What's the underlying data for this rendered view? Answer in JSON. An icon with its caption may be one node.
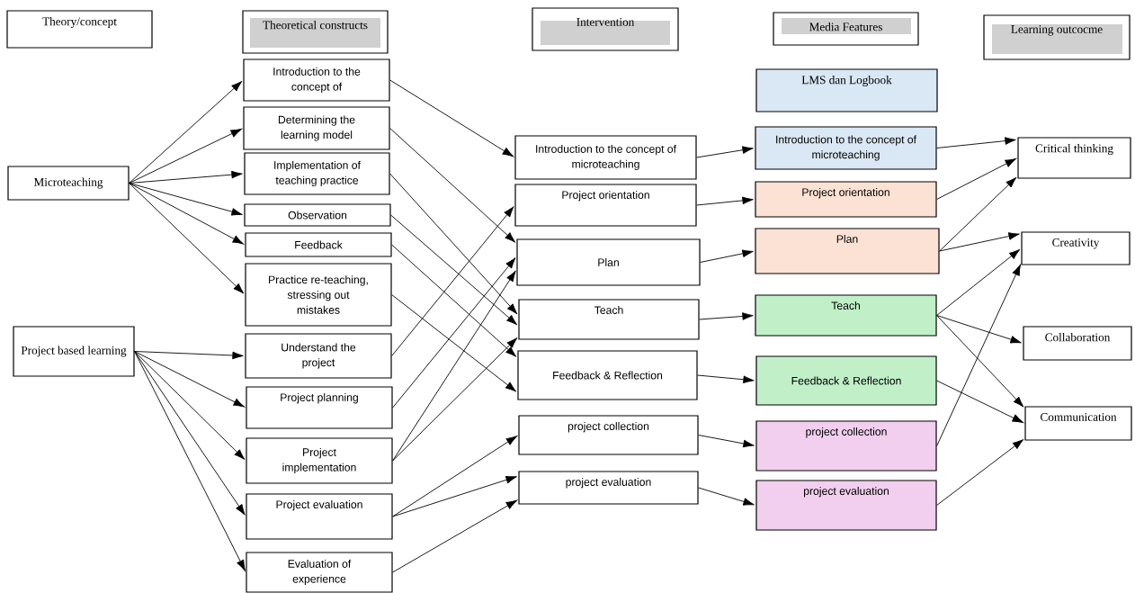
{
  "diagram": {
    "nodes": [
      {
        "text": [
          "Theory/concept"
        ]
      },
      {
        "text": [
          "Theoretical constructs"
        ]
      },
      {
        "text": [
          "Intervention"
        ]
      },
      {
        "text": [
          "Media Features"
        ]
      },
      {
        "text": [
          "Learning outcocme"
        ]
      },
      {
        "text": [
          "Microteaching"
        ]
      },
      {
        "text": [
          "Project based learning"
        ]
      },
      {
        "text": [
          "Introduction to the concept of"
        ]
      },
      {
        "text": [
          "Determining the learning model"
        ]
      },
      {
        "text": [
          "Implementation of teaching practice"
        ]
      },
      {
        "text": [
          "Observation"
        ]
      },
      {
        "text": [
          "Feedback"
        ]
      },
      {
        "text": [
          "Practice re-teaching, stressing out mistakes"
        ]
      },
      {
        "text": [
          "Understand the project"
        ]
      },
      {
        "text": [
          "Project planning"
        ]
      },
      {
        "text": [
          "Project implementation"
        ]
      },
      {
        "text": [
          "Project evaluation"
        ]
      },
      {
        "text": [
          "Evaluation of experience"
        ]
      },
      {
        "text": [
          "Introduction to the concept of microteaching"
        ]
      },
      {
        "text": [
          "Project orientation"
        ]
      },
      {
        "text": [
          "Plan"
        ]
      },
      {
        "text": [
          "Teach"
        ]
      },
      {
        "text": [
          "Feedback & Reflection"
        ]
      },
      {
        "text": [
          "project collection"
        ]
      },
      {
        "text": [
          "project evaluation"
        ]
      },
      {
        "text": [
          "LMS dan Logbook"
        ]
      },
      {
        "text": [
          "Introduction to the concept of microteaching"
        ]
      },
      {
        "text": [
          "Project orientation"
        ]
      },
      {
        "text": [
          "Plan"
        ]
      },
      {
        "text": [
          "Teach"
        ]
      },
      {
        "text": [
          "Feedback & Reflection"
        ]
      },
      {
        "text": [
          "project collection"
        ]
      },
      {
        "text": [
          "project evaluation"
        ]
      },
      {
        "text": [
          "Critical thinking"
        ]
      },
      {
        "text": [
          "Creativity"
        ]
      },
      {
        "text": [
          "Collaboration"
        ]
      },
      {
        "text": [
          "Communication"
        ]
      }
    ],
    "edges": [
      {
        "from": 5,
        "to": 7,
        "arrow": "to"
      },
      {
        "from": 5,
        "to": 8,
        "arrow": "to"
      },
      {
        "from": 5,
        "to": 9,
        "arrow": "to"
      },
      {
        "from": 5,
        "to": 10,
        "arrow": "to"
      },
      {
        "from": 5,
        "to": 11,
        "arrow": "to"
      },
      {
        "from": 5,
        "to": 12,
        "arrow": "to"
      },
      {
        "from": 6,
        "to": 13,
        "arrow": "to"
      },
      {
        "from": 6,
        "to": 14,
        "arrow": "to"
      },
      {
        "from": 6,
        "to": 15,
        "arrow": "to"
      },
      {
        "from": 6,
        "to": 16,
        "arrow": "to"
      },
      {
        "from": 6,
        "to": 17,
        "arrow": "to"
      },
      {
        "from": 7,
        "to": 18,
        "arrow": "to"
      },
      {
        "from": 8,
        "to": 20,
        "arrow": "to"
      },
      {
        "from": 9,
        "to": 21,
        "arrow": "to"
      },
      {
        "from": 10,
        "to": 21,
        "arrow": "to"
      },
      {
        "from": 11,
        "to": 22,
        "arrow": "to"
      },
      {
        "from": 12,
        "to": 22,
        "arrow": "to"
      },
      {
        "from": 13,
        "to": 19,
        "arrow": "to"
      },
      {
        "from": 14,
        "to": 20,
        "arrow": "to"
      },
      {
        "from": 15,
        "to": 20,
        "arrow": "to"
      },
      {
        "from": 15,
        "to": 21,
        "arrow": "to"
      },
      {
        "from": 16,
        "to": 23,
        "arrow": "to"
      },
      {
        "from": 16,
        "to": 24,
        "arrow": "to"
      },
      {
        "from": 17,
        "to": 24,
        "arrow": "to"
      },
      {
        "from": 18,
        "to": 26,
        "arrow": "to"
      },
      {
        "from": 19,
        "to": 27,
        "arrow": "to"
      },
      {
        "from": 20,
        "to": 28,
        "arrow": "to"
      },
      {
        "from": 21,
        "to": 29,
        "arrow": "to"
      },
      {
        "from": 22,
        "to": 30,
        "arrow": "to"
      },
      {
        "from": 23,
        "to": 31,
        "arrow": "to"
      },
      {
        "from": 24,
        "to": 32,
        "arrow": "to"
      },
      {
        "from": 26,
        "to": 33,
        "arrow": "to"
      },
      {
        "from": 27,
        "to": 33,
        "arrow": "to"
      },
      {
        "from": 28,
        "to": 33,
        "arrow": "to"
      },
      {
        "from": 28,
        "to": 34,
        "arrow": "to"
      },
      {
        "from": 29,
        "to": 34,
        "arrow": "to"
      },
      {
        "from": 29,
        "to": 35,
        "arrow": "to"
      },
      {
        "from": 29,
        "to": 36,
        "arrow": "to"
      },
      {
        "from": 30,
        "to": 36,
        "arrow": "to"
      },
      {
        "from": 31,
        "to": 34,
        "arrow": "to"
      },
      {
        "from": 32,
        "to": 36,
        "arrow": "to"
      }
    ]
  }
}
